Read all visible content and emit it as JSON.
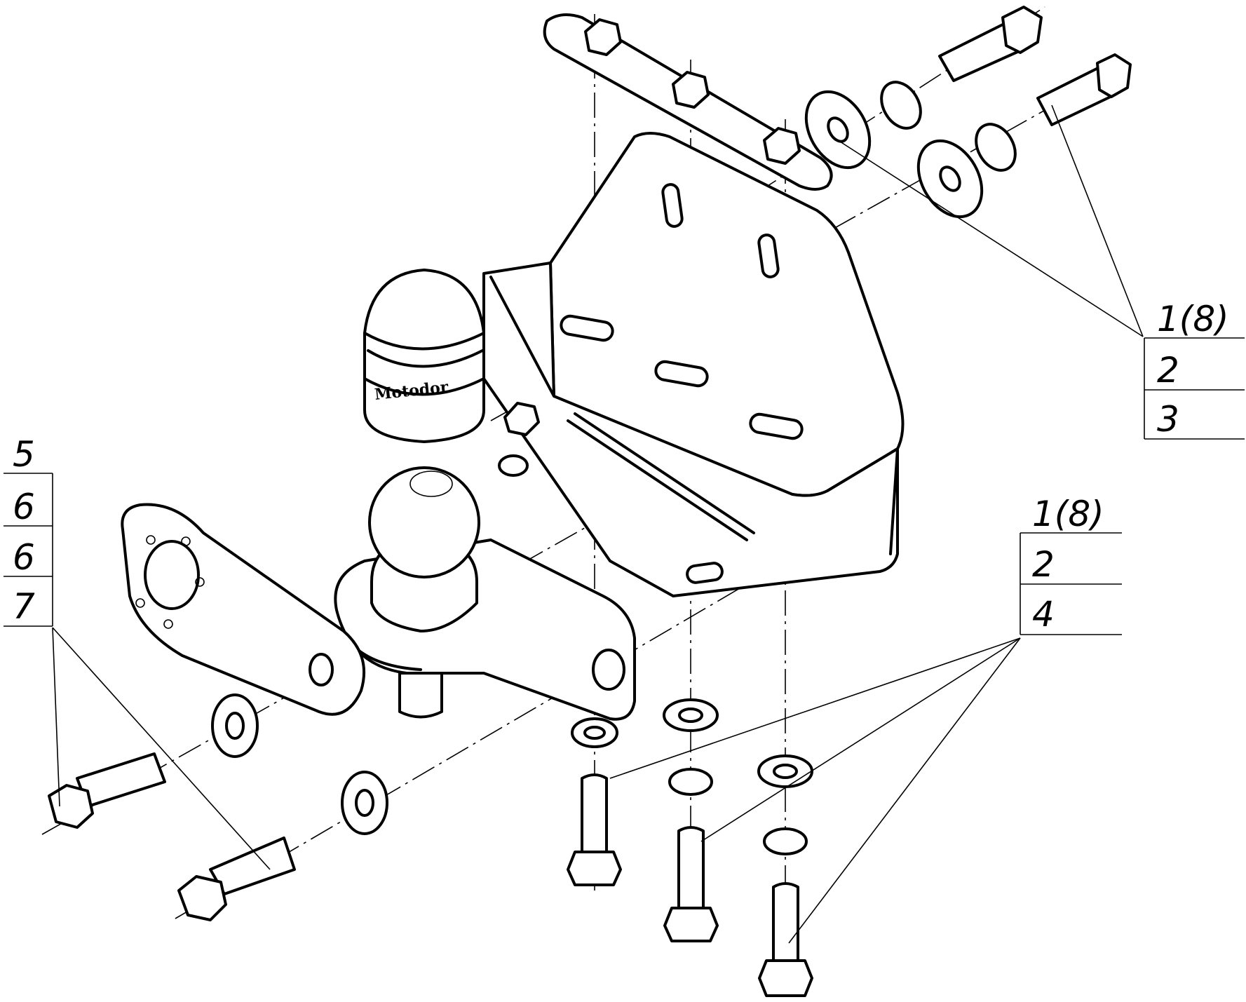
{
  "brand_marking": "Motodor",
  "callouts": {
    "top_right": [
      "1(8)",
      "2",
      "3"
    ],
    "middle_right": [
      "1(8)",
      "2",
      "4"
    ],
    "left": [
      "5",
      "6",
      "6",
      "7"
    ]
  }
}
